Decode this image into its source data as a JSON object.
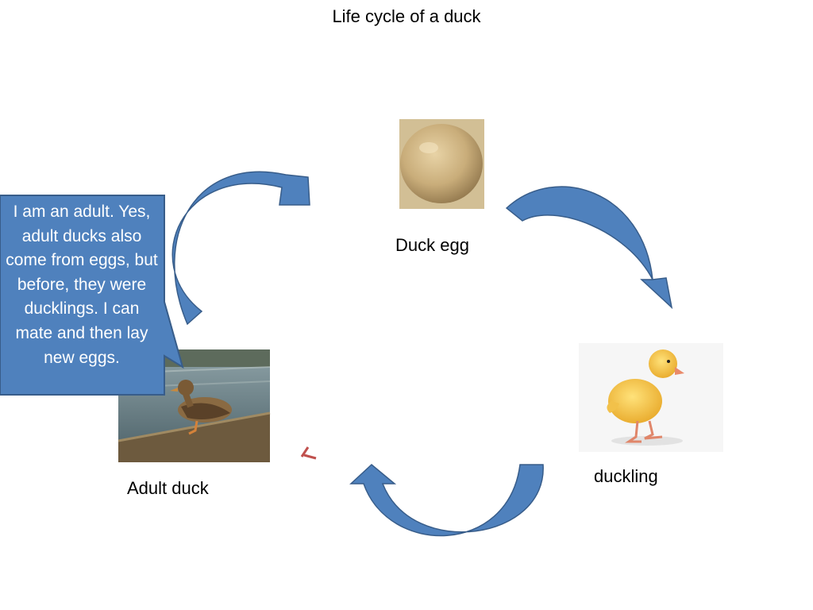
{
  "title": "Life cycle of a duck",
  "stages": {
    "egg": "Duck egg",
    "duckling": "duckling",
    "adult": "Adult duck"
  },
  "callout": "I am an adult. Yes, adult ducks also come from eggs, but before, they were ducklings. I can mate and then lay new eggs.",
  "colors": {
    "arrow_fill": "#4f81bd",
    "arrow_stroke": "#385d8a",
    "callout_fill": "#4f81bd",
    "small_mark": "#c0504d"
  }
}
